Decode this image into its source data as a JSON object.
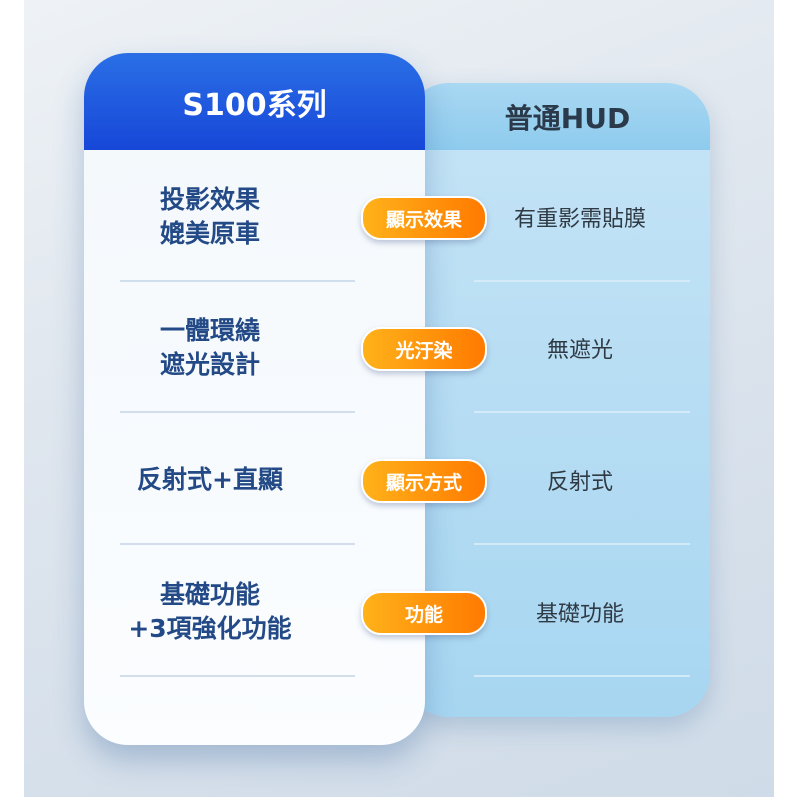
{
  "left_header": "S100系列",
  "right_header": "普通HUD",
  "rows": [
    {
      "left": [
        "投影效果",
        "媲美原車"
      ],
      "badge": "顯示效果",
      "right": "有重影需貼膜"
    },
    {
      "left": [
        "一體環繞",
        "遮光設計"
      ],
      "badge": "光汙染",
      "right": "無遮光"
    },
    {
      "left": [
        "反射式+直顯"
      ],
      "badge": "顯示方式",
      "right": "反射式"
    },
    {
      "left": [
        "基礎功能",
        "+3項強化功能"
      ],
      "badge": "功能",
      "right": "基礎功能"
    }
  ]
}
